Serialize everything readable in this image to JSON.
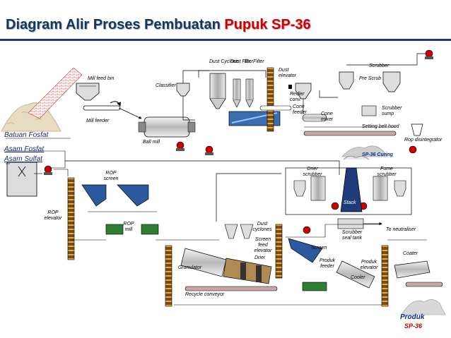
{
  "title": {
    "main": "Diagram Alir Proses Pembuatan ",
    "accent": "Pupuk SP-36"
  },
  "labels": {
    "dust_cyclone": "Dust Cyclone",
    "dust_filter": "Dust Filter",
    "ex_filter": "Ex. Filter",
    "dust_elevator": "Dust elevator",
    "scrubber": "Scrubber",
    "pre_scrub": "Pre Scrub",
    "mill_feed_bin": "Mill feed bin",
    "classifier": "Classifier",
    "redler_conv": "Redler conv.",
    "cone_feeder": "Cone feeder",
    "cone_mixer": "Cone mixer",
    "scrubber_sump": "Scrubber sump",
    "mill_feeder": "Mill feeder",
    "setting_belt_hood": "Setting belt hood",
    "rop_disintegrator": "Rop disintegrator",
    "ball_mill": "Ball mill",
    "batuan_fosfat": "Batuan Fosfat",
    "asam_fosfat": "Asam Fosfat",
    "asam_sulfat": "Asam Sulfat",
    "sp36_curing": "SP-36 Curing",
    "drier_scrubber": "Drier scrubber",
    "fume_scrubber": "Fume scrubber",
    "rop_screen": "ROP screen",
    "stack": "Stack",
    "rop_elevator": "ROP elevator",
    "rop_mill": "ROP mill",
    "dust_cyclones": "Dust cyclones",
    "screen_feed_elevator": "Screen feed elevator",
    "scrubber_seal_tank": "Scrubber seal tank",
    "to_neutraliser": "To neutraliser",
    "drier": "Drier",
    "screen": "Screen",
    "produk_feeder": "Produk feeder",
    "produk_elevator": "Produk elevator",
    "coater": "Coater",
    "granulator": "Granulator",
    "cooler": "Cooler",
    "recycle_conveyor": "Recycle conveyor",
    "produk": "Produk",
    "produk_sp36": "SP-36"
  },
  "colors": {
    "title": "#17365d",
    "accent": "#cc0000",
    "elevator": "#8b5a2b",
    "conveyor": "#c9a6a6",
    "equipment": "#d9d9d9",
    "product_pile": "#e8dcc0"
  }
}
